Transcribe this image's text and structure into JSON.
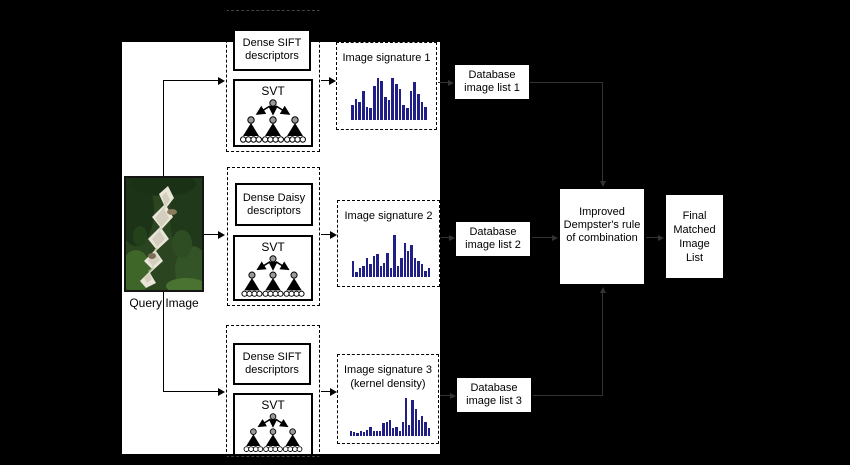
{
  "colors": {
    "background": "#000000",
    "panel": "#ffffff",
    "bar": "#1f1f87"
  },
  "query": {
    "label": "Query Image"
  },
  "branches": [
    {
      "descriptor_line1": "Dense SIFT",
      "descriptor_line2": "descriptors",
      "svt_label": "SVT",
      "signature_title": "Image signature 1",
      "signature_subtitle": "",
      "bars": [
        0.35,
        0.5,
        0.42,
        0.68,
        0.32,
        0.28,
        0.8,
        1.0,
        0.92,
        0.55,
        0.48,
        1.0,
        0.85,
        0.75,
        0.35,
        0.28,
        0.7,
        0.9,
        0.62,
        0.42,
        0.3
      ]
    },
    {
      "descriptor_line1": "Dense Daisy",
      "descriptor_line2": "descriptors",
      "svt_label": "SVT",
      "signature_title": "Image signature 2",
      "signature_subtitle": "",
      "bars": [
        0.38,
        0.13,
        0.22,
        0.26,
        0.46,
        0.3,
        0.5,
        0.55,
        0.26,
        0.34,
        0.58,
        0.22,
        1.0,
        0.26,
        0.46,
        0.8,
        0.63,
        0.76,
        0.46,
        0.38,
        0.3,
        0.14,
        0.22
      ]
    },
    {
      "descriptor_line1": "Dense SIFT",
      "descriptor_line2": "descriptors",
      "svt_label": "SVT",
      "signature_title": "Image signature 3",
      "signature_subtitle": "(kernel density)",
      "bars": [
        0.14,
        0.1,
        0.08,
        0.12,
        0.1,
        0.17,
        0.24,
        0.12,
        0.14,
        0.12,
        0.33,
        0.38,
        0.43,
        0.2,
        0.24,
        0.14,
        0.38,
        1.0,
        0.3,
        0.95,
        0.7,
        0.43,
        0.52,
        0.38,
        0.2
      ]
    }
  ],
  "database_lists": [
    {
      "line1": "Database",
      "line2": "image list 1"
    },
    {
      "line1": "Database",
      "line2": "image list 2"
    },
    {
      "line1": "Database",
      "line2": "image list 3"
    }
  ],
  "combination": {
    "line1": "Improved",
    "line2": "Dempster's rule",
    "line3": "of combination"
  },
  "final_list": {
    "line1": "Final",
    "line2": "Matched",
    "line3": "Image",
    "line4": "List"
  }
}
